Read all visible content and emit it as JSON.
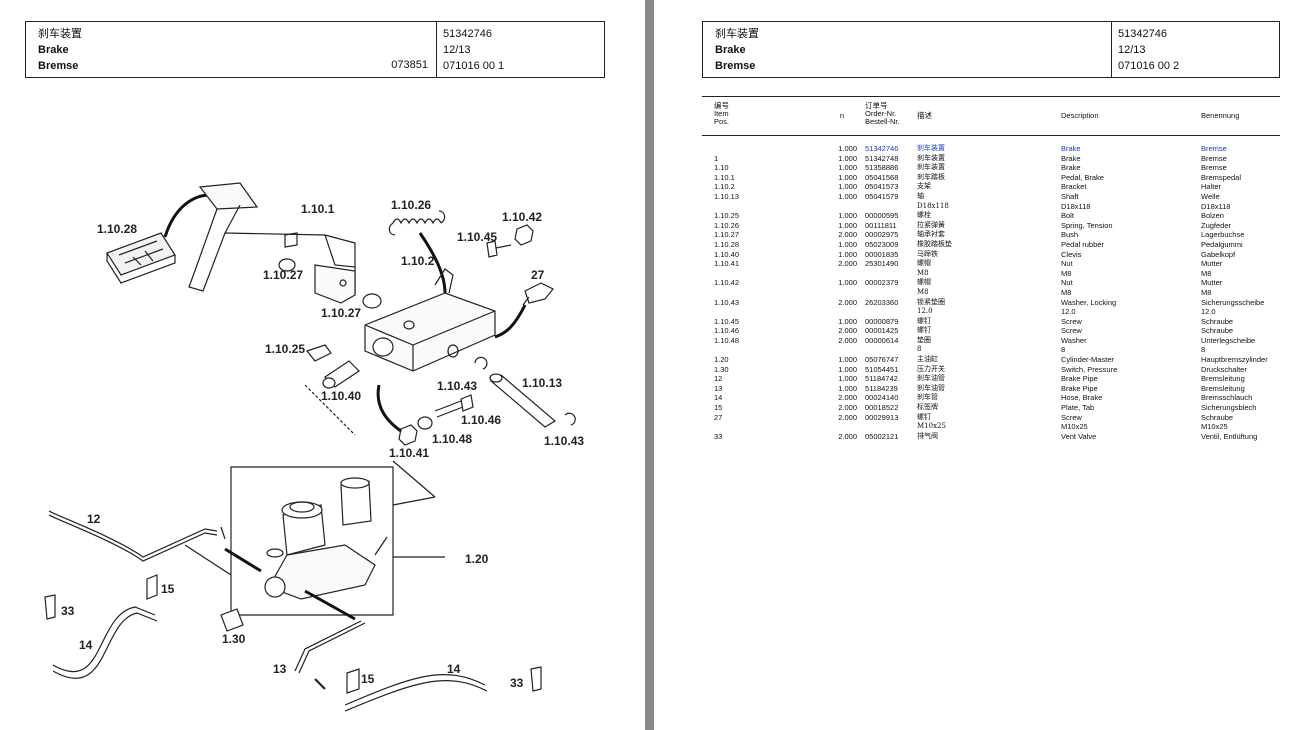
{
  "left_header": {
    "title_cn": "刹车装置",
    "title_en": "Brake",
    "title_de": "Bremse",
    "drawing_no": "073851",
    "part_no": "51342746",
    "page": "12/13",
    "code": "071016 00 1"
  },
  "right_header": {
    "title_cn": "刹车装置",
    "title_en": "Brake",
    "title_de": "Bremse",
    "part_no": "51342746",
    "page": "12/13",
    "code": "071016 00 2"
  },
  "table_headers": {
    "pos": [
      "编号",
      "Item",
      "Pos."
    ],
    "n": "n",
    "order": [
      "订单号",
      "Order-Nr.",
      "Bestell-Nr."
    ],
    "cn": "描述",
    "desc": "Description",
    "ben": "Benennung"
  },
  "rows": [
    {
      "pos": "",
      "n": "1.000",
      "order": "51342746",
      "cn": "刹车装置",
      "desc": "Brake",
      "ben": "Bremse",
      "link": true
    },
    {
      "pos": "1",
      "n": "1.000",
      "order": "51342748",
      "cn": "刹车装置",
      "desc": "Brake",
      "ben": "Bremse"
    },
    {
      "pos": "1.10",
      "n": "1.000",
      "order": "51358886",
      "cn": "刹车装置",
      "desc": "Brake",
      "ben": "Bremse"
    },
    {
      "pos": "1.10.1",
      "n": "1.000",
      "order": "05041568",
      "cn": "刹车踏板",
      "desc": "Pedal, Brake",
      "ben": "Bremspedal"
    },
    {
      "pos": "1.10.2",
      "n": "1.000",
      "order": "05041573",
      "cn": "支架",
      "desc": "Bracket",
      "ben": "Halter"
    },
    {
      "pos": "1.10.13",
      "n": "1.000",
      "order": "05041579",
      "cn": "轴",
      "desc": "Shaft",
      "ben": "Welle"
    },
    {
      "pos": "",
      "n": "",
      "order": "",
      "cn": "D18x118",
      "desc": "D18x118",
      "ben": "D18x118"
    },
    {
      "pos": "1.10.25",
      "n": "1.000",
      "order": "00000595",
      "cn": "螺栓",
      "desc": "Bolt",
      "ben": "Bolzen"
    },
    {
      "pos": "1.10.26",
      "n": "1.000",
      "order": "00111811",
      "cn": "拉紧弹簧",
      "desc": "Spring, Tension",
      "ben": "Zugfeder"
    },
    {
      "pos": "1.10.27",
      "n": "2.000",
      "order": "00002975",
      "cn": "轴承衬套",
      "desc": "Bush",
      "ben": "Lagerbuchse"
    },
    {
      "pos": "1.10.28",
      "n": "1.000",
      "order": "05023009",
      "cn": "橡胶踏板垫",
      "desc": "Pedal rubber",
      "ben": "Pedalgummi"
    },
    {
      "pos": "1.10.40",
      "n": "1.000",
      "order": "00001835",
      "cn": "马蹄铁",
      "desc": "Clevis",
      "ben": "Gabelkopf"
    },
    {
      "pos": "1.10.41",
      "n": "2.000",
      "order": "25301490",
      "cn": "螺帽",
      "desc": "Nut",
      "ben": "Mutter"
    },
    {
      "pos": "",
      "n": "",
      "order": "",
      "cn": "M8",
      "desc": "M8",
      "ben": "M8"
    },
    {
      "pos": "1.10.42",
      "n": "1.000",
      "order": "00002379",
      "cn": "螺帽",
      "desc": "Nut",
      "ben": "Mutter"
    },
    {
      "pos": "",
      "n": "",
      "order": "",
      "cn": "M8",
      "desc": "M8",
      "ben": "M8"
    },
    {
      "pos": "1.10.43",
      "n": "2.000",
      "order": "26203360",
      "cn": "锁紧垫圈",
      "desc": "Washer, Locking",
      "ben": "Sicherungsscheibe"
    },
    {
      "pos": "",
      "n": "",
      "order": "",
      "cn": "12.0",
      "desc": "12.0",
      "ben": "12.0"
    },
    {
      "pos": "1.10.45",
      "n": "1.000",
      "order": "00000879",
      "cn": "螺钉",
      "desc": "Screw",
      "ben": "Schraube"
    },
    {
      "pos": "1.10.46",
      "n": "2.000",
      "order": "00001425",
      "cn": "螺钉",
      "desc": "Screw",
      "ben": "Schraube"
    },
    {
      "pos": "1.10.48",
      "n": "2.000",
      "order": "00000614",
      "cn": "垫圈",
      "desc": "Washer",
      "ben": "Unterlegscheibe"
    },
    {
      "pos": "",
      "n": "",
      "order": "",
      "cn": "8",
      "desc": "8",
      "ben": "8"
    },
    {
      "pos": "1.20",
      "n": "1.000",
      "order": "05076747",
      "cn": "主油缸",
      "desc": "Cylinder-Master",
      "ben": "Hauptbremszylinder"
    },
    {
      "pos": "1.30",
      "n": "1.000",
      "order": "51054451",
      "cn": "压力开关",
      "desc": "Switch, Pressure",
      "ben": "Druckschalter"
    },
    {
      "pos": "12",
      "n": "1.000",
      "order": "51184742",
      "cn": "刹车油管",
      "desc": "Brake Pipe",
      "ben": "Bremsleitung"
    },
    {
      "pos": "13",
      "n": "1.000",
      "order": "51184239",
      "cn": "刹车油管",
      "desc": "Brake Pipe",
      "ben": "Bremsleitung"
    },
    {
      "pos": "14",
      "n": "2.000",
      "order": "00024140",
      "cn": "刹车管",
      "desc": "Hose, Brake",
      "ben": "Bremsschlauch"
    },
    {
      "pos": "15",
      "n": "2.000",
      "order": "00018522",
      "cn": "标签牌",
      "desc": "Plate, Tab",
      "ben": "Sicherungsblech"
    },
    {
      "pos": "27",
      "n": "2.000",
      "order": "00029913",
      "cn": "螺钉",
      "desc": "Screw",
      "ben": "Schraube"
    },
    {
      "pos": "",
      "n": "",
      "order": "",
      "cn": "M10x25",
      "desc": "M10x25",
      "ben": "M10x25"
    },
    {
      "pos": "33",
      "n": "2.000",
      "order": "05002121",
      "cn": "排气阀",
      "desc": "Vent Valve",
      "ben": "Ventil, Entlüftung"
    }
  ],
  "callouts": {
    "c1": "1.10.28",
    "c2": "1.10.1",
    "c3": "1.10.26",
    "c4": "1.10.42",
    "c5": "1.10.45",
    "c6": "1.10.2",
    "c7": "1.10.27",
    "c8": "27",
    "c9": "1.10.27",
    "c10": "1.10.25",
    "c11": "1.10.40",
    "c12": "1.10.43",
    "c13": "1.10.13",
    "c14": "1.10.46",
    "c15": "1.10.48",
    "c16": "1.10.41",
    "c17": "1.10.43",
    "c18": "12",
    "c19": "1.20",
    "c20": "15",
    "c21": "33",
    "c22": "14",
    "c23": "1.30",
    "c24": "13",
    "c25": "15",
    "c26": "14",
    "c27": "33"
  }
}
